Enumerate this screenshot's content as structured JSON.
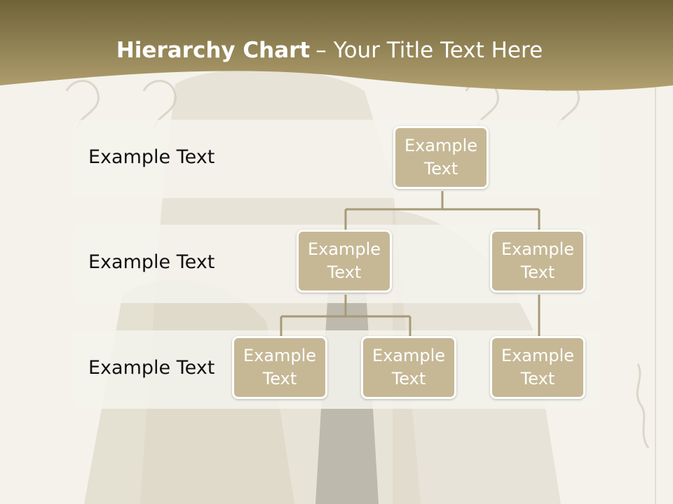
{
  "title": {
    "bold": "Hierarchy Chart",
    "dash": "–",
    "rest": "Your Title Text Here"
  },
  "colors": {
    "header_dark": "#6e6338",
    "header_light": "#b2a070",
    "node_fill": "#c6b895",
    "connector": "#a89a78",
    "band_fill": "#f4f2ec"
  },
  "rows": [
    {
      "label": "Example Text"
    },
    {
      "label": "Example Text"
    },
    {
      "label": "Example Text"
    }
  ],
  "nodes": {
    "root": "Example Text",
    "level2_left": "Example Text",
    "level2_right": "Example Text",
    "level3_a": "Example Text",
    "level3_b": "Example Text",
    "level3_c": "Example Text"
  }
}
